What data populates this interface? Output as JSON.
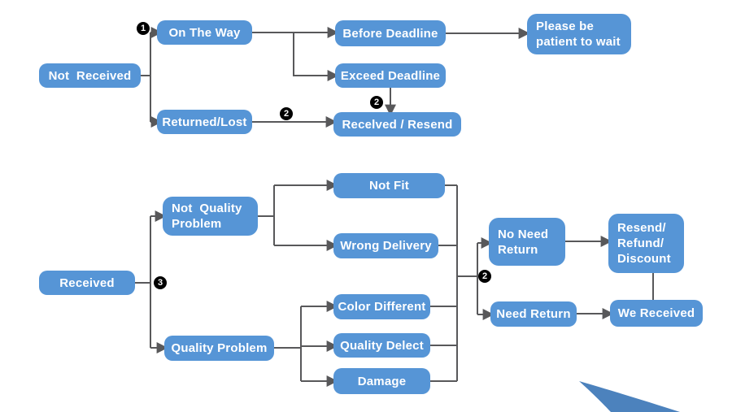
{
  "diagram": {
    "colors": {
      "node_fill": "#5695d6",
      "node_text": "#ffffff",
      "connector": "#58585a",
      "marker_bg": "#000000",
      "swoosh": "#4c82bd"
    },
    "nodes": {
      "not_received": {
        "label": "Not  Received"
      },
      "on_the_way": {
        "label": "On The Way"
      },
      "returned_lost": {
        "label": "Returned/Lost"
      },
      "before_deadline": {
        "label": "Before Deadline"
      },
      "exceed_deadline": {
        "label": "Exceed Deadline"
      },
      "please_wait": {
        "label": "Please be\npatient to wait"
      },
      "received_resend": {
        "label": "Recelved / Resend"
      },
      "received": {
        "label": "Received"
      },
      "not_quality_problem": {
        "label": "Not  Quality\nProblem"
      },
      "quality_problem": {
        "label": "Quality Problem"
      },
      "not_fit": {
        "label": "Not Fit"
      },
      "wrong_delivery": {
        "label": "Wrong Delivery"
      },
      "color_different": {
        "label": "Color Different"
      },
      "quality_delect": {
        "label": "Quality Delect"
      },
      "damage": {
        "label": "Damage"
      },
      "no_need_return": {
        "label": "No Need\nReturn"
      },
      "need_return": {
        "label": "Need Return"
      },
      "resend_refund_discount": {
        "label": "Resend/\nRefund/\nDiscount"
      },
      "we_received": {
        "label": "We Received"
      }
    },
    "markers": {
      "m1": {
        "digit": "1"
      },
      "m2": {
        "digit": "2"
      },
      "m3": {
        "digit": "2"
      },
      "m4": {
        "digit": "3"
      },
      "m5": {
        "digit": "2"
      }
    }
  }
}
